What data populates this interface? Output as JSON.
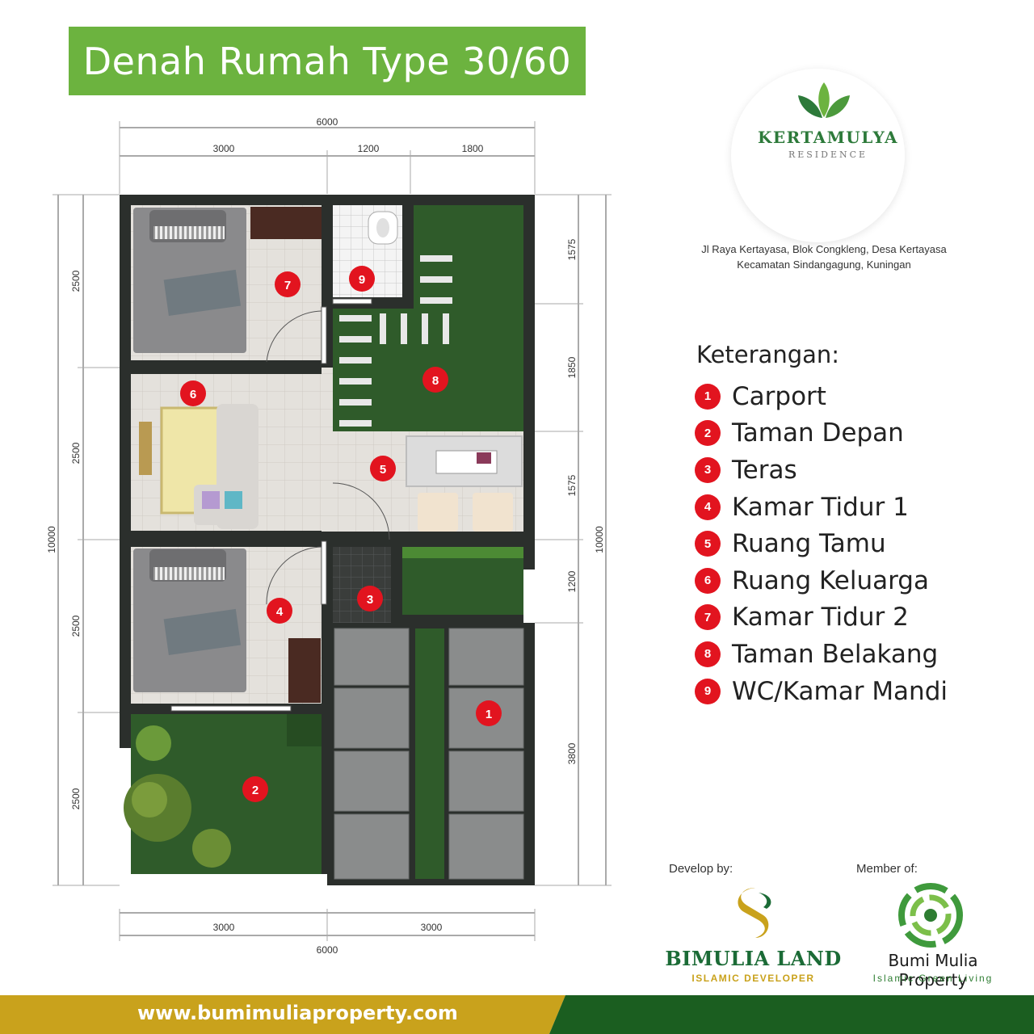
{
  "title": "Denah Rumah Type 30/60",
  "brand": {
    "name": "KERTAMULYA",
    "sub": "RESIDENCE"
  },
  "address": {
    "line1": "Jl Raya Kertayasa, Blok Congkleng, Desa Kertayasa",
    "line2": "Kecamatan Sindangagung, Kuningan"
  },
  "legend": {
    "heading": "Keterangan:",
    "items": [
      {
        "num": "1",
        "label": "Carport"
      },
      {
        "num": "2",
        "label": "Taman Depan"
      },
      {
        "num": "3",
        "label": "Teras"
      },
      {
        "num": "4",
        "label": "Kamar Tidur 1"
      },
      {
        "num": "5",
        "label": "Ruang Tamu"
      },
      {
        "num": "6",
        "label": "Ruang Keluarga"
      },
      {
        "num": "7",
        "label": "Kamar Tidur 2"
      },
      {
        "num": "8",
        "label": "Taman Belakang"
      },
      {
        "num": "9",
        "label": "WC/Kamar Mandi"
      }
    ]
  },
  "dimensions": {
    "top_total": "6000",
    "top_segments": [
      "3000",
      "1200",
      "1800"
    ],
    "bottom_segments": [
      "3000",
      "3000"
    ],
    "bottom_total": "6000",
    "left_segments": [
      "2500",
      "2500",
      "2500",
      "2500"
    ],
    "left_total": "10000",
    "right_segments": [
      "1575",
      "1850",
      "1575",
      "1200",
      "3800"
    ],
    "right_total": "10000"
  },
  "room_markers": [
    "1",
    "2",
    "3",
    "4",
    "5",
    "6",
    "7",
    "8",
    "9"
  ],
  "credits": {
    "develop_by": "Develop by:",
    "member_of": "Member of:",
    "developer_name": "BIMULIA LAND",
    "developer_tag": "ISLAMIC DEVELOPER",
    "member_name": "Bumi Mulia Property",
    "member_tag": "Islamic Green Living"
  },
  "footer": {
    "url": "www.bumimuliaproperty.com"
  },
  "colors": {
    "title_green": "#6cb33f",
    "wall": "#2b2f2c",
    "grass": "#2f5b2a",
    "marker_red": "#e2141f",
    "footer_gold": "#c9a21c",
    "footer_dark_green": "#1b5e20"
  }
}
